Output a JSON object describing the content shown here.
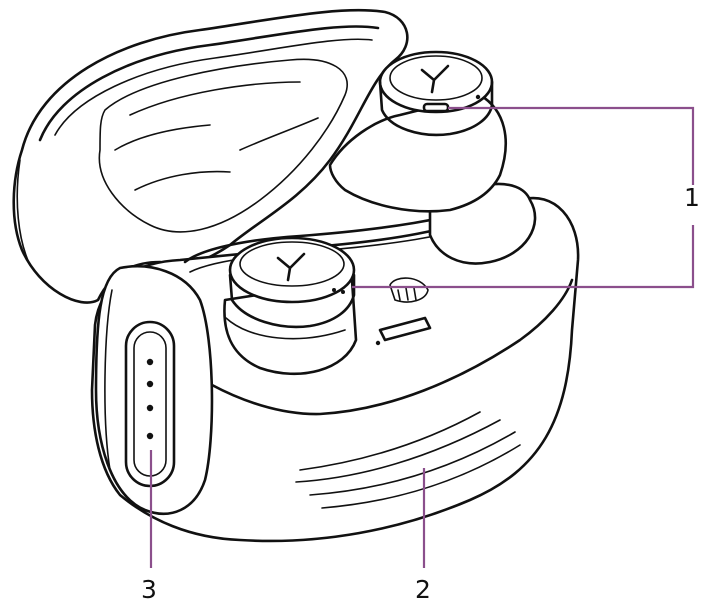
{
  "diagram": {
    "callouts": [
      {
        "id": "1",
        "label": "1"
      },
      {
        "id": "2",
        "label": "2"
      },
      {
        "id": "3",
        "label": "3"
      }
    ],
    "colors": {
      "callout_line": "#8b4f8c",
      "outline": "#111111",
      "background": "#ffffff"
    }
  }
}
